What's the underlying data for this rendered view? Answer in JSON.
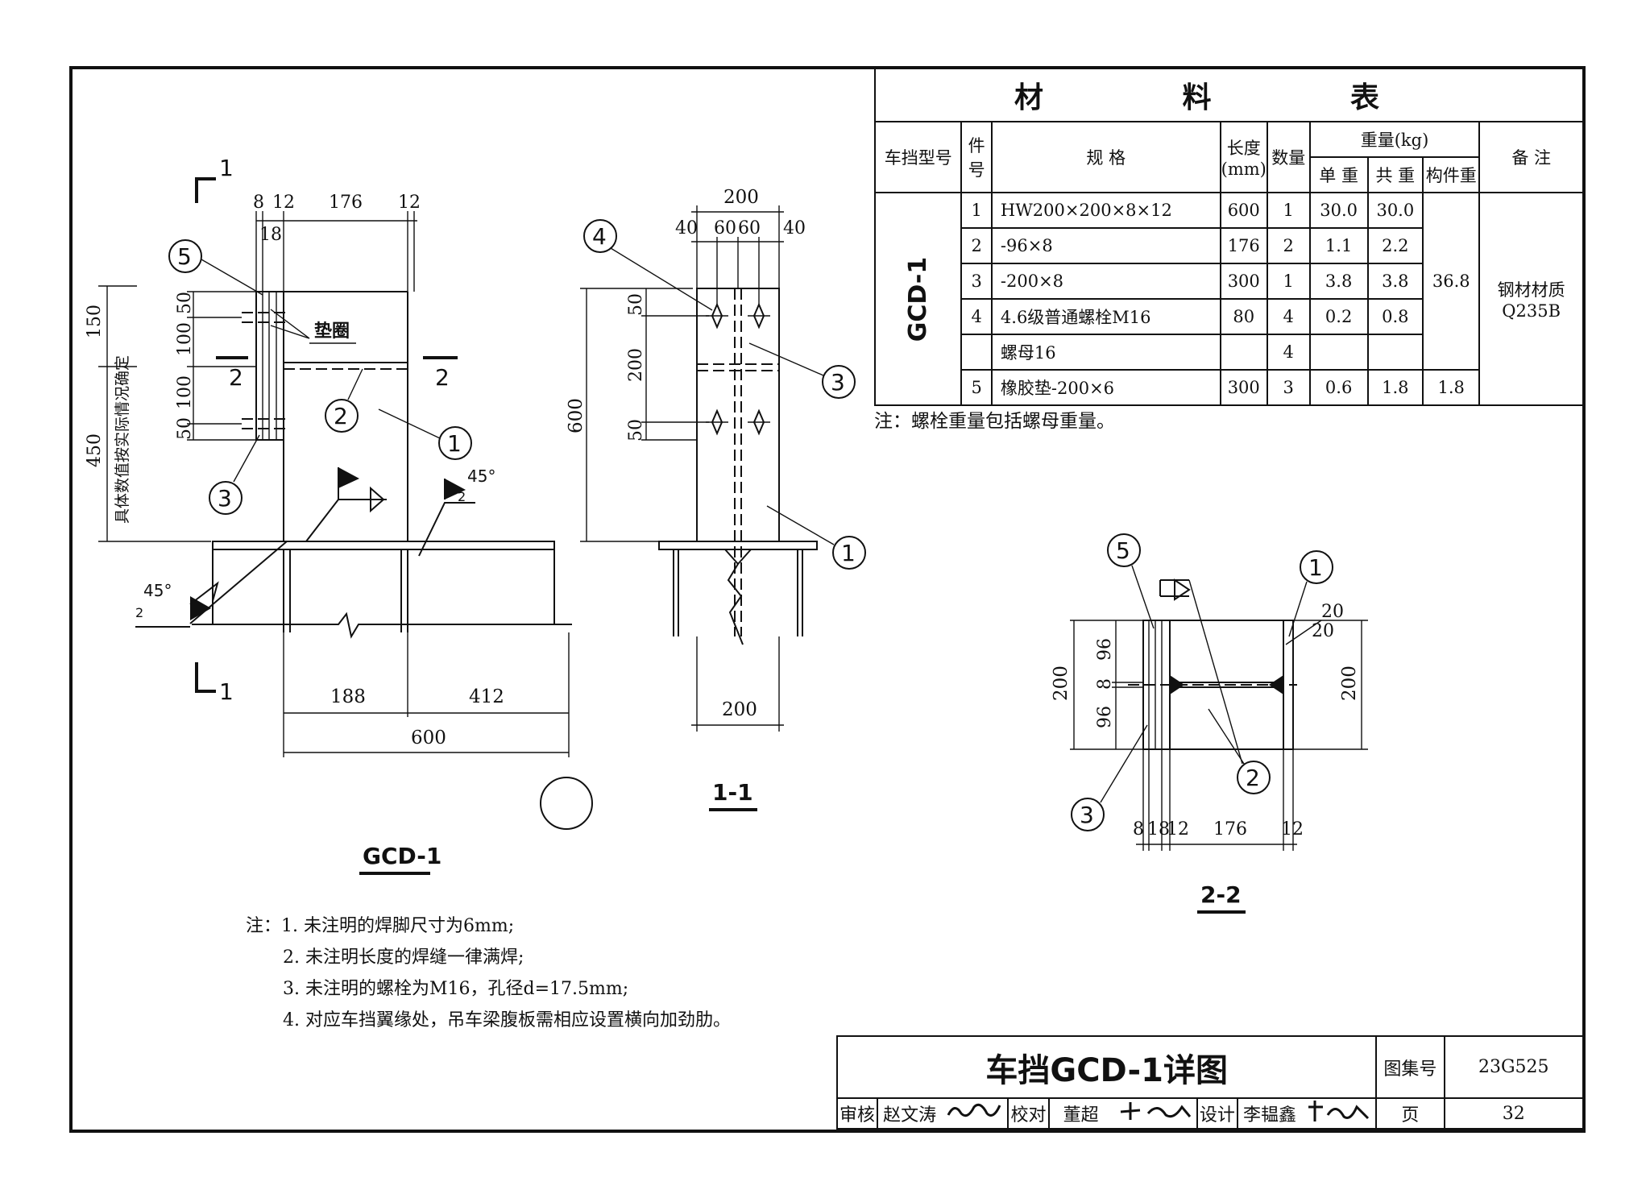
{
  "material_table": {
    "caption": "材 料 表",
    "headers": {
      "type": "车挡型号",
      "part_no": "件号",
      "spec": "规 格",
      "length": "长度(mm)",
      "qty": "数量",
      "weight": "重量(kg)",
      "unit_weight": "单 重",
      "total_weight": "共 重",
      "member_weight": "构件重",
      "remark": "备 注"
    },
    "type_value": "GCD-1",
    "rows": [
      {
        "no": "1",
        "spec": "HW200×200×8×12",
        "length": "600",
        "qty": "1",
        "unit": "30.0",
        "total": "30.0"
      },
      {
        "no": "2",
        "spec": "-96×8",
        "length": "176",
        "qty": "2",
        "unit": "1.1",
        "total": "2.2"
      },
      {
        "no": "3",
        "spec": "-200×8",
        "length": "300",
        "qty": "1",
        "unit": "3.8",
        "total": "3.8"
      },
      {
        "no": "4",
        "spec": "4.6级普通螺栓M16",
        "length": "80",
        "qty": "4",
        "unit": "0.2",
        "total": "0.8"
      },
      {
        "no": "",
        "spec": "螺母16",
        "length": "",
        "qty": "4",
        "unit": "",
        "total": ""
      },
      {
        "no": "5",
        "spec": "橡胶垫-200×6",
        "length": "300",
        "qty": "3",
        "unit": "0.6",
        "total": "1.8"
      }
    ],
    "member_weight_main": "36.8",
    "member_weight_pad": "1.8",
    "remark_line1": "钢材材质",
    "remark_line2": "Q235B",
    "note": "注：螺栓重量包括螺母重量。"
  },
  "elevation": {
    "title": "GCD-1",
    "section_marks": {
      "s1": "1",
      "s2": "2"
    },
    "dims_top": [
      "8",
      "12",
      "176",
      "12",
      "18"
    ],
    "dims_left": [
      "150",
      "50",
      "100",
      "100",
      "50",
      "450"
    ],
    "vertical_note": "具体数值按实际情况确定",
    "dims_bottom": [
      "188",
      "412",
      "600"
    ],
    "washer_label": "垫圈",
    "weld_angle": "45°",
    "weld_size": "2"
  },
  "section_1_1": {
    "title": "1-1",
    "dims_top": [
      "200",
      "40",
      "60",
      "60",
      "40"
    ],
    "dims_left": [
      "50",
      "200",
      "50",
      "600"
    ],
    "dims_bottom": [
      "200"
    ]
  },
  "section_2_2": {
    "title": "2-2",
    "dims_left": [
      "200",
      "96",
      "8",
      "96"
    ],
    "dims_right": [
      "200",
      "20",
      "20"
    ],
    "dims_bottom": [
      "8",
      "18",
      "12",
      "176",
      "12"
    ]
  },
  "callouts": [
    "1",
    "2",
    "3",
    "4",
    "5"
  ],
  "notes": {
    "prefix": "注：",
    "items": [
      "1. 未注明的焊脚尺寸为6mm;",
      "2. 未注明长度的焊缝一律满焊;",
      "3. 未注明的螺栓为M16，孔径d=17.5mm;",
      "4. 对应车挡翼缘处，吊车梁腹板需相应设置横向加劲肋。"
    ]
  },
  "title_block": {
    "title": "车挡GCD-1详图",
    "atlas_label": "图集号",
    "atlas_no": "23G525",
    "review_label": "审核",
    "reviewer": "赵文涛",
    "check_label": "校对",
    "checker": "董超",
    "design_label": "设计",
    "designer": "李韫鑫",
    "page_label": "页",
    "page_no": "32"
  }
}
